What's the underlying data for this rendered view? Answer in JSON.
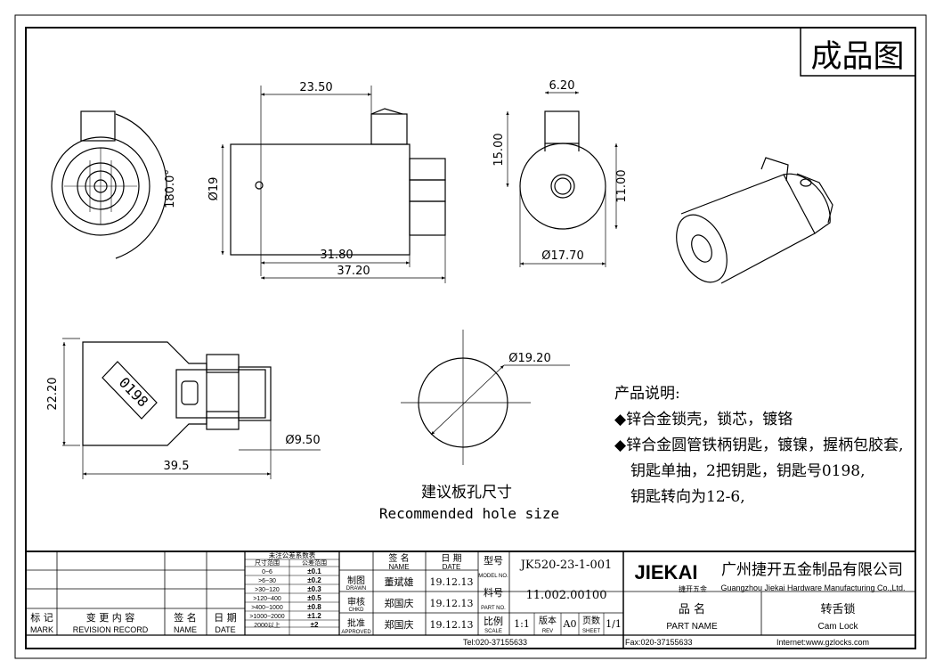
{
  "title_tag": "成品图",
  "dims": {
    "top_len": "23.50",
    "len_31": "31.80",
    "len_37": "37.20",
    "dia_19": "Ø19",
    "angle": "180.0°",
    "width_620": "6.20",
    "h_1500": "15.00",
    "h_1100": "11.00",
    "dia_1770": "Ø17.70",
    "key_h": "22.20",
    "key_len": "39.5",
    "key_dia": "Ø9.50",
    "hole_dia": "Ø19.20",
    "key_number": "0198"
  },
  "hole_caption_cn": "建议板孔尺寸",
  "hole_caption_en": "Recommended hole size",
  "notes": {
    "title": "产品说明:",
    "line1": "◆锌合金锁壳，锁芯，镀铬",
    "line2": "◆锌合金圆管铁柄钥匙，镀镍，握柄包胶套,",
    "line3": "钥匙单抽，2把钥匙，钥匙号0198,",
    "line4": "钥匙转向为12-6,"
  },
  "title_block": {
    "tol_header": "未注公差系数表",
    "tol_col1": "尺寸范围",
    "tol_col2": "公差范围",
    "tol_rows": [
      [
        "0~6",
        "±0.1"
      ],
      [
        ">6~30",
        "±0.2"
      ],
      [
        ">30~120",
        "±0.3"
      ],
      [
        ">120~400",
        "±0.5"
      ],
      [
        ">400~1000",
        "±0.8"
      ],
      [
        ">1000~2000",
        "±1.2"
      ],
      [
        "2000以上",
        "±2"
      ]
    ],
    "rev": {
      "mark_cn": "标 记",
      "mark_en": "MARK",
      "record_cn": "变 更 内 容",
      "record_en": "REVISION RECORD",
      "name_cn": "签 名",
      "name_en": "NAME",
      "date_cn": "日 期",
      "date_en": "DATE"
    },
    "sign": {
      "name_cn": "签 名",
      "name_en": "NAME",
      "date_cn": "日 期",
      "date_en": "DATE",
      "drawn_cn": "制图",
      "drawn_en": "DRAWN",
      "drawn_name": "董斌雄",
      "drawn_date": "19.12.13",
      "chkd_cn": "审核",
      "chkd_en": "CHKD",
      "chkd_name": "郑国庆",
      "chkd_date": "19.12.13",
      "appr_cn": "批准",
      "appr_en": "APPROVED",
      "appr_name": "郑国庆",
      "appr_date": "19.12.13"
    },
    "model_cn": "型号",
    "model_en": "MODEL NO.",
    "model_value": "JK520-23-1-001",
    "part_cn": "料号",
    "part_en": "PART NO.",
    "part_value": "11.002.00100",
    "scale_cn": "比例",
    "scale_en": "SCALE",
    "scale_value": "1:1",
    "rev_cn": "版本",
    "rev_en": "REV",
    "rev_value": "A0",
    "sheet_cn": "页数",
    "sheet_en": "SHEET",
    "sheet_value": "1/1",
    "logo_text": "JIEKAI",
    "logo_sub": "捷开五金",
    "company_cn": "广州捷开五金制品有限公司",
    "company_en": "Guangzhou Jiekai Hardware Manufacturing Co.,Ltd.",
    "partname_cn": "品  名",
    "partname_en": "PART NAME",
    "product_cn": "转舌锁",
    "product_en": "Cam Lock",
    "tel": "Tel:020-37155633",
    "fax": "Fax:020-37155633",
    "web": "Internet:www.gzlocks.com"
  }
}
